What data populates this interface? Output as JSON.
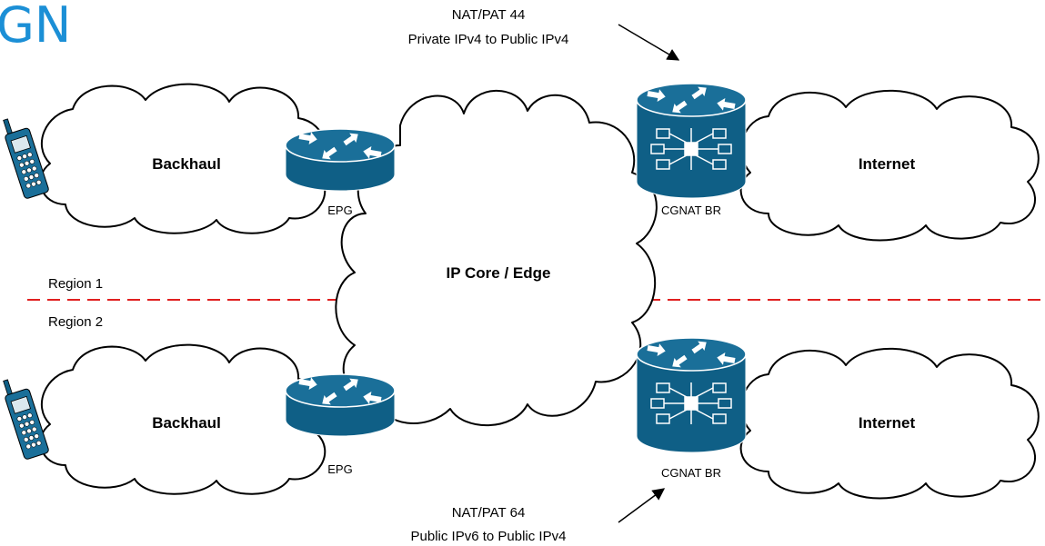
{
  "title_fragment": "GN",
  "colors": {
    "title": "#1b8fd6",
    "device_fill": "#0f5f86",
    "device_edge": "#ffffff",
    "region_divider": "#e02020",
    "lines": "#000000"
  },
  "clouds": {
    "backhaul_top": "Backhaul",
    "backhaul_bottom": "Backhaul",
    "core": "IP Core / Edge",
    "internet_top": "Internet",
    "internet_bottom": "Internet"
  },
  "devices": {
    "epg_top": {
      "label": "EPG",
      "icon": "router-icon"
    },
    "epg_bottom": {
      "label": "EPG",
      "icon": "router-icon"
    },
    "cgnat_top": {
      "label": "CGNAT BR",
      "icon": "cgnat-router-icon"
    },
    "cgnat_bottom": {
      "label": "CGNAT BR",
      "icon": "cgnat-router-icon"
    },
    "phone_top": {
      "icon": "mobile-phone-icon"
    },
    "phone_bottom": {
      "icon": "mobile-phone-icon"
    }
  },
  "regions": {
    "region1": "Region 1",
    "region2": "Region 2"
  },
  "annotations": {
    "top": {
      "line1": "NAT/PAT 44",
      "line2": "Private IPv4 to Public IPv4"
    },
    "bottom": {
      "line1": "NAT/PAT 64",
      "line2": "Public IPv6 to Public IPv4"
    }
  }
}
